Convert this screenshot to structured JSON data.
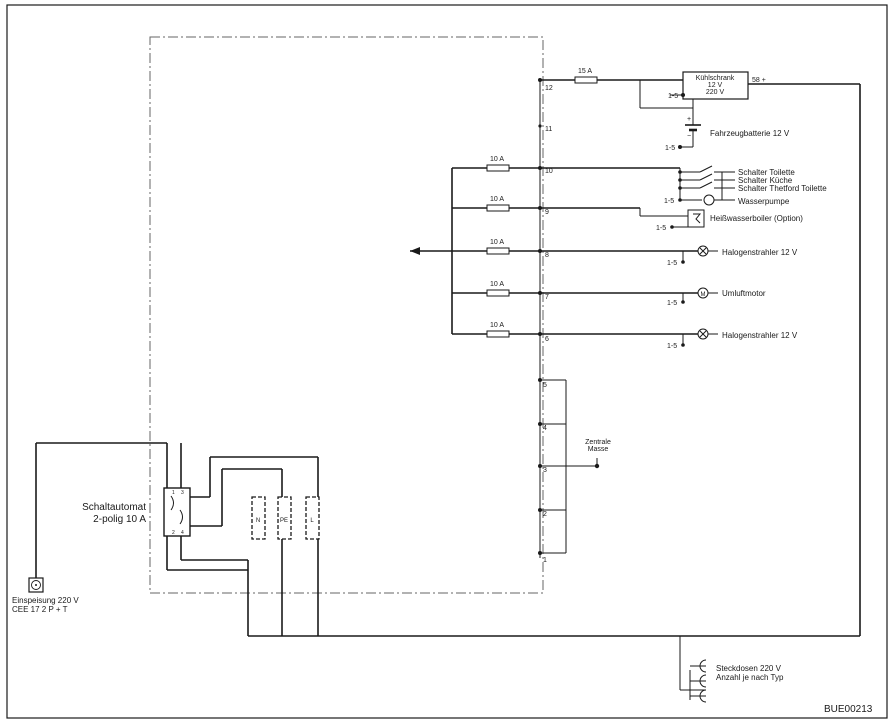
{
  "fuses": {
    "f12": "15 A",
    "f10": "10 A",
    "f9": "10 A",
    "f8": "10 A",
    "f7": "10 A",
    "f6": "10 A"
  },
  "terminals": [
    "12",
    "11",
    "10",
    "9",
    "8",
    "7",
    "6",
    "5",
    "4",
    "3",
    "2",
    "1"
  ],
  "ground_label": "1-5",
  "charger": {
    "line1": "Kühlschrank",
    "line2": "12 V",
    "line3": "220 V",
    "out": "58 +"
  },
  "battery": {
    "plus": "+",
    "minus": "−",
    "label": "Fahrzeugbatterie 12 V"
  },
  "switches": {
    "toilet": "Schalter Toilette",
    "kitchen": "Schalter Küche",
    "thetford": "Schalter Thetford Toilette"
  },
  "pump_label": "Wasserpumpe",
  "boiler_label": "Heißwasserboiler (Option)",
  "halogen1_label": "Halogenstrahler 12 V",
  "motor_label": "Umluftmotor",
  "motor_symbol": "M",
  "halogen2_label": "Halogenstrahler 12 V",
  "central_ground": {
    "line1": "Zentrale",
    "line2": "Masse"
  },
  "breaker": {
    "line1": "Schaltautomat",
    "line2": "2-polig 10 A"
  },
  "breaker_pins": [
    "1",
    "3",
    "2",
    "4"
  ],
  "blocks": {
    "n": "N",
    "pe": "PE",
    "l": "L"
  },
  "inlet": {
    "line1": "Einspeisung 220 V",
    "line2": "CEE 17 2 P + T"
  },
  "sockets": {
    "line1": "Steckdosen 220 V",
    "line2": "Anzahl je nach Typ"
  },
  "figure_id": "BUE00213"
}
